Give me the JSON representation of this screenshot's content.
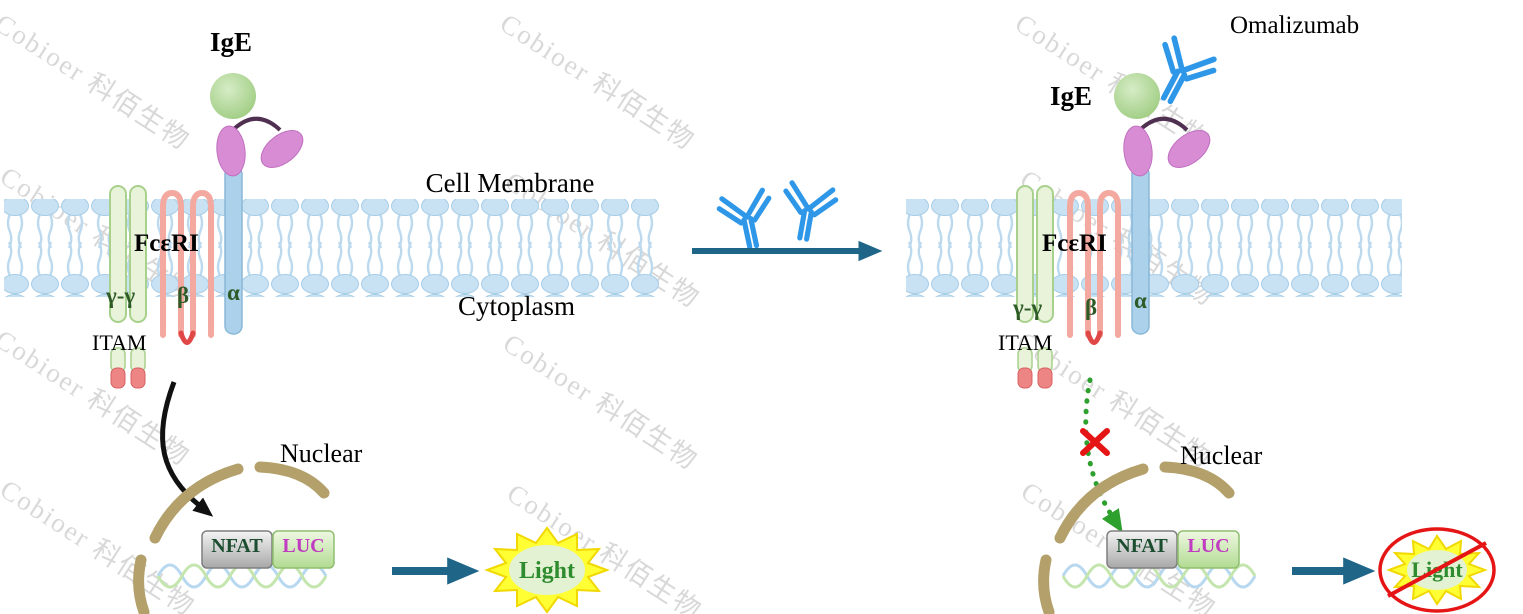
{
  "watermark": {
    "text": "Cobioer 科佰生物"
  },
  "left_panel": {
    "ige_label": "IgE",
    "cell_membrane_label": "Cell Membrane",
    "receptor_label": "FcεRI",
    "gamma_label": "γ-γ",
    "beta_label": "β",
    "alpha_label": "α",
    "itam_label": "ITAM",
    "cytoplasm_label": "Cytoplasm",
    "nuclear_label": "Nuclear",
    "nfat_label": "NFAT",
    "luc_label": "LUC",
    "light_label": "Light"
  },
  "right_panel": {
    "omalizumab_label": "Omalizumab",
    "ige_label": "IgE",
    "receptor_label": "FcεRI",
    "gamma_label": "γ-γ",
    "beta_label": "β",
    "alpha_label": "α",
    "itam_label": "ITAM",
    "nuclear_label": "Nuclear",
    "nfat_label": "NFAT",
    "luc_label": "LUC",
    "light_label": "Light"
  },
  "colors": {
    "membrane_head": "#c9e2f3",
    "membrane_tail": "#bcd9ee",
    "ige_green": "#a8d18c",
    "receptor_pink": "#d78cd4",
    "alpha_blue": "#abd2ea",
    "gamma_fill": "#e8f3da",
    "gamma_stroke": "#a9d18e",
    "beta_salmon": "#f4a9a0",
    "itam_red": "#ee8585",
    "antibody_blue": "#2e97e8",
    "arrow_teal": "#1f6587",
    "arrow_green": "#2da02d",
    "block_red": "#e51515",
    "nuclear_tan": "#b3a06a",
    "dna_blue": "#b8d8f0",
    "dna_green": "#c4e6ae",
    "star_yellow": "#ffff33",
    "light_green": "#2e8b2e"
  }
}
